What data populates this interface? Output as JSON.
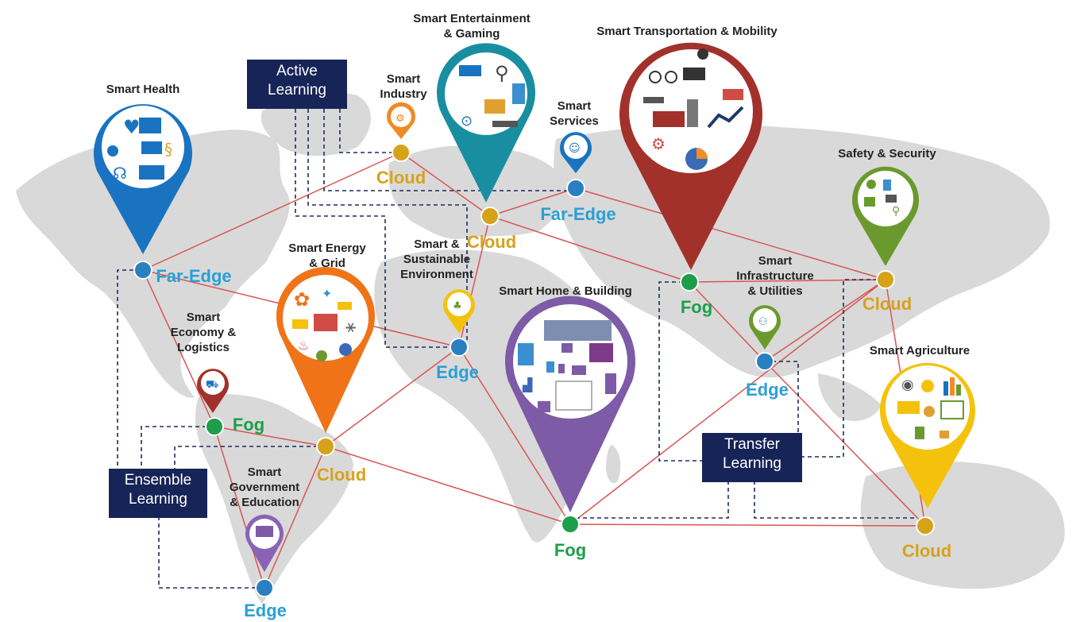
{
  "colors": {
    "map": "#d9d9d9",
    "cloud": "#d6a21a",
    "fog": "#1e9e4a",
    "edge": "#2aa0d6",
    "link": "#d95555",
    "dashed": "#1c2b5e",
    "box": "#162457"
  },
  "pins": {
    "smart_health": {
      "label": "Smart Health",
      "color": "#1a73c1"
    },
    "entertainment": {
      "line1": "Smart Entertainment",
      "line2": "& Gaming",
      "color": "#1a8ea1"
    },
    "transportation": {
      "label": "Smart Transportation & Mobility",
      "color": "#a3312b"
    },
    "industry": {
      "line1": "Smart",
      "line2": "Industry",
      "color": "#f08a24"
    },
    "services": {
      "line1": "Smart",
      "line2": "Services",
      "color": "#1a73c1"
    },
    "safety": {
      "label": "Safety & Security",
      "color": "#6a9a2e"
    },
    "energy": {
      "line1": "Smart Energy",
      "line2": "& Grid",
      "color": "#f07318"
    },
    "environment": {
      "line1": "Smart &",
      "line2": "Sustainable",
      "line3": "Environment",
      "color": "#f4c20d"
    },
    "home": {
      "label": "Smart Home & Building",
      "color": "#7d5ba6"
    },
    "infrastructure": {
      "line1": "Smart",
      "line2": "Infrastructure",
      "line3": "& Utilities",
      "color": "#6a9a2e"
    },
    "economy": {
      "line1": "Smart",
      "line2": "Economy &",
      "line3": "Logistics",
      "color": "#a3312b"
    },
    "agriculture": {
      "label": "Smart Agriculture",
      "color": "#f4c20d"
    },
    "government": {
      "line1": "Smart",
      "line2": "Government",
      "line3": "& Education",
      "color": "#8a63b5"
    }
  },
  "nodes": {
    "cloud_north": "Cloud",
    "cloud_europe": "Cloud",
    "cloud_asia": "Cloud",
    "cloud_south_america": "Cloud",
    "cloud_australia": "Cloud",
    "far_edge_na": "Far-Edge",
    "far_edge_europe": "Far-Edge",
    "fog_asia": "Fog",
    "fog_south_america": "Fog",
    "fog_africa": "Fog",
    "edge_africa": "Edge",
    "edge_india": "Edge",
    "edge_south_america": "Edge"
  },
  "learning": {
    "active": {
      "line1": "Active",
      "line2": "Learning"
    },
    "ensemble": {
      "line1": "Ensemble",
      "line2": "Learning"
    },
    "transfer": {
      "line1": "Transfer",
      "line2": "Learning"
    }
  }
}
